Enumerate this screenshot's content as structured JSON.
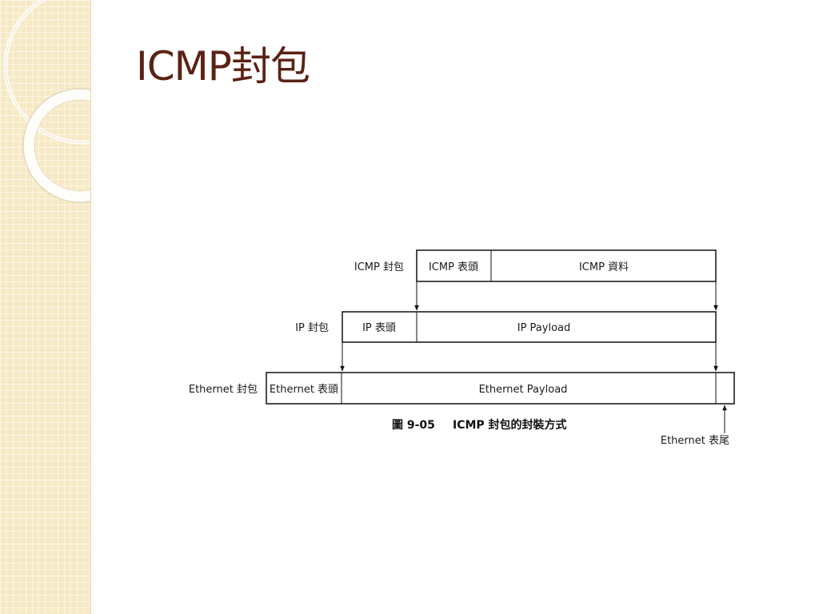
{
  "title": "ICMP封包",
  "diagram": {
    "icmp_row": {
      "row_label": "ICMP 封包",
      "header": "ICMP 表頭",
      "data": "ICMP 資料"
    },
    "ip_row": {
      "row_label": "IP 封包",
      "header": "IP 表頭",
      "payload": "IP Payload"
    },
    "ethernet_row": {
      "row_label": "Ethernet 封包",
      "header": "Ethernet 表頭",
      "payload": "Ethernet Payload"
    },
    "trailer_label": "Ethernet 表尾",
    "caption_number": "圖 9-05",
    "caption_text": "ICMP 封包的封裝方式"
  }
}
